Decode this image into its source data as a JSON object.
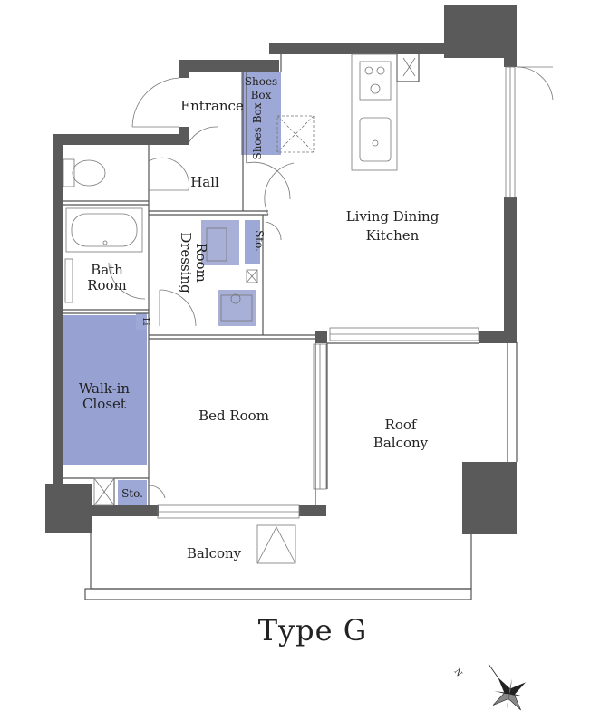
{
  "title": "Type G",
  "colors": {
    "wall": "#5a5a5a",
    "storage_fill": "#9ea8d6",
    "closet_fill": "#97a2d3",
    "line": "#555555",
    "text": "#222222"
  },
  "rooms": {
    "entrance": "Entrance",
    "shoes_box_1": "Shoes Box",
    "shoes_box_2": "Shoes Box",
    "hall": "Hall",
    "ldk": "Living Dining Kitchen",
    "bath_room": "Bath Room",
    "dressing_room": "Dressing Room",
    "storage_1": "Sto.",
    "storage_2": "Sto.",
    "walk_in_closet": "Walk-in Closet",
    "bed_room": "Bed Room",
    "roof_balcony": "Roof Balcony",
    "balcony": "Balcony",
    "linen": "Li"
  },
  "compass_label": "N"
}
